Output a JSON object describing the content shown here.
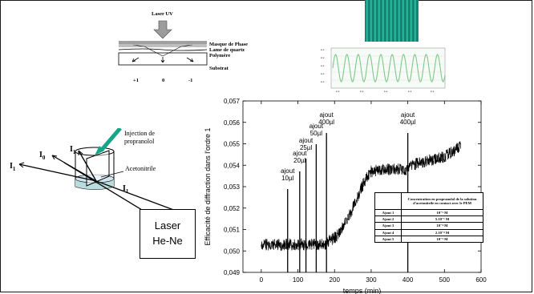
{
  "setup": {
    "laser_uv": "Laser UV",
    "masque": "Masque de Phase",
    "lame": "Lame de quartz",
    "polymere": "Polymère",
    "substrat": "Substrat",
    "orders": [
      "+1",
      "0",
      "-1"
    ]
  },
  "cell": {
    "injection_line1": "Injection de",
    "injection_line2": "propranolol",
    "acetonitrile": "Acetonitrile",
    "i0": "I",
    "i0_sub": "0",
    "i1a": "I",
    "i1a_sub": "1",
    "i1b": "I",
    "i1b_sub": "1",
    "i1c": "I",
    "i1c_sub": "1",
    "laser_line1": "Laser",
    "laser_line2": "He-Ne"
  },
  "colors": {
    "grating": "#1aa88f",
    "inset_curve": "#7fc787",
    "injection_arrow": "#17a589"
  },
  "chart_data": {
    "type": "line",
    "xlabel": "temps (min)",
    "ylabel": "Efficacité de diffraction dans l'ordre 1",
    "xlim": [
      -50,
      600
    ],
    "ylim": [
      0.049,
      0.057
    ],
    "xticks": [
      "0",
      "100",
      "200",
      "300",
      "400",
      "500",
      "600"
    ],
    "yticks": [
      "0,049",
      "0,050",
      "0,051",
      "0,052",
      "0,053",
      "0,054",
      "0,055",
      "0,056",
      "0,057"
    ],
    "series": [
      {
        "x": [
          0,
          70,
          100,
          120,
          150,
          175,
          185,
          200,
          210,
          220,
          235,
          250,
          265,
          280,
          300,
          330,
          360,
          380,
          400,
          410,
          450,
          480,
          500,
          520,
          545
        ],
        "y": [
          0.0503,
          0.0503,
          0.0503,
          0.0503,
          0.0503,
          0.0503,
          0.0505,
          0.0506,
          0.0508,
          0.0511,
          0.0515,
          0.052,
          0.0526,
          0.0532,
          0.0537,
          0.0538,
          0.0538,
          0.0538,
          0.0538,
          0.054,
          0.0542,
          0.0543,
          0.0544,
          0.0546,
          0.0549
        ]
      }
    ],
    "markers": [
      {
        "x": 72,
        "label_lines": [
          "ajout",
          "10µl"
        ]
      },
      {
        "x": 105,
        "label_lines": [
          "ajout",
          "20µl"
        ]
      },
      {
        "x": 122,
        "label_lines": [
          "ajout",
          "25µl"
        ]
      },
      {
        "x": 150,
        "label_lines": [
          "ajout",
          "50µl"
        ]
      },
      {
        "x": 178,
        "label_lines": [
          "ajout",
          "400µl"
        ]
      },
      {
        "x": 400,
        "label_lines": [
          "ajout",
          "400µl"
        ]
      }
    ]
  },
  "table": {
    "header": "Concentration en propranolol de la solution d'acetonitrile en contact avec le PEM",
    "rows": [
      {
        "label": "Ajout 1",
        "value": "10⁻⁵ M"
      },
      {
        "label": "Ajout 2",
        "value": "5.10⁻⁵ M"
      },
      {
        "label": "Ajout 3",
        "value": "10⁻⁴ M"
      },
      {
        "label": "Ajout 4",
        "value": "2.10⁻⁴ M"
      },
      {
        "label": "Ajout 5",
        "value": "10⁻³ M"
      }
    ]
  }
}
